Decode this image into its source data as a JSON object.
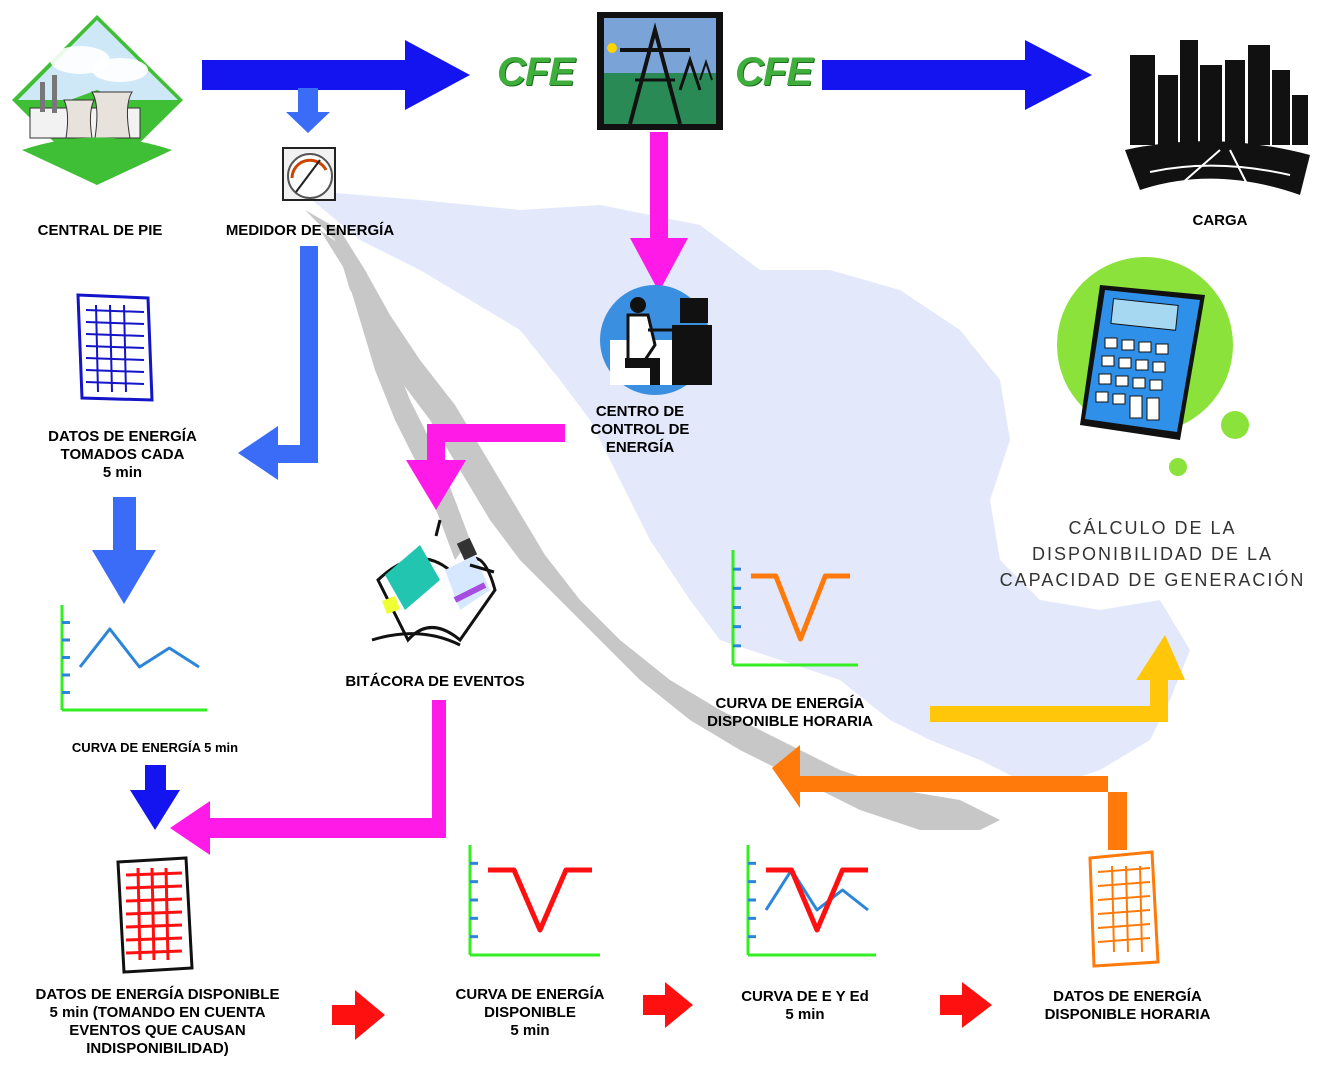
{
  "nodes": {
    "central_de_pie": "CENTRAL DE PIE",
    "medidor": "MEDIDOR DE ENERGÍA",
    "carga": "CARGA",
    "centro_control": [
      "CENTRO DE",
      "CONTROL DE",
      "ENERGÍA"
    ],
    "datos_5min": [
      "DATOS DE ENERGÍA",
      "TOMADOS CADA",
      "5 min"
    ],
    "calculo": [
      "CÁLCULO DE LA",
      "DISPONIBILIDAD DE LA",
      "CAPACIDAD DE GENERACIÓN"
    ],
    "bitacora": "BITÁCORA DE EVENTOS",
    "curva_5min": "CURVA DE ENERGÍA 5 min",
    "curva_disp_horaria": [
      "CURVA DE ENERGÍA",
      "DISPONIBLE HORARIA"
    ],
    "datos_disp_5min": [
      "DATOS DE ENERGÍA DISPONIBLE",
      "5 min (TOMANDO EN CUENTA",
      "EVENTOS QUE CAUSAN",
      "INDISPONIBILIDAD)"
    ],
    "curva_disp_5min": [
      "CURVA DE ENERGÍA",
      "DISPONIBLE",
      "5 min"
    ],
    "curva_e_ed": [
      "CURVA DE E Y Ed",
      "5 min"
    ],
    "datos_disp_horaria": [
      "DATOS DE ENERGÍA",
      "DISPONIBLE HORARIA"
    ]
  },
  "logo_text": "CFE",
  "colors": {
    "blue_dark": "#1414f0",
    "blue_light": "#3a6cf7",
    "magenta": "#ff1ae8",
    "orange": "#ff7a0a",
    "yellow": "#ffc60a",
    "red": "#ff1010",
    "green_axis": "#33ee22",
    "map_land": "#e3e8fb",
    "map_coast": "#c7c7c7"
  },
  "icons": [
    "power-plant-icon",
    "meter-gauge-icon",
    "transmission-tower-icon",
    "city-buildings-icon",
    "operator-computer-icon",
    "calculator-icon",
    "blue-document-icon",
    "open-book-icon",
    "red-document-icon",
    "orange-document-icon"
  ],
  "chart_data": [
    {
      "type": "line",
      "name": "curva-5min",
      "values": [
        2,
        4,
        2,
        3,
        2
      ],
      "color": "#2b86d9"
    },
    {
      "type": "line",
      "name": "curva-disp-horaria",
      "values": [
        4,
        4,
        1,
        4,
        4
      ],
      "color": "#ff7a0a"
    },
    {
      "type": "line",
      "name": "curva-disp-5min",
      "values": [
        4,
        4,
        1,
        4,
        4
      ],
      "color": "#ff1010"
    },
    {
      "type": "line",
      "name": "curva-e-ed",
      "series": [
        {
          "values": [
            2,
            4,
            2,
            3,
            2
          ],
          "color": "#2b86d9"
        },
        {
          "values": [
            4,
            4,
            1,
            4,
            4
          ],
          "color": "#ff1010"
        }
      ]
    }
  ]
}
